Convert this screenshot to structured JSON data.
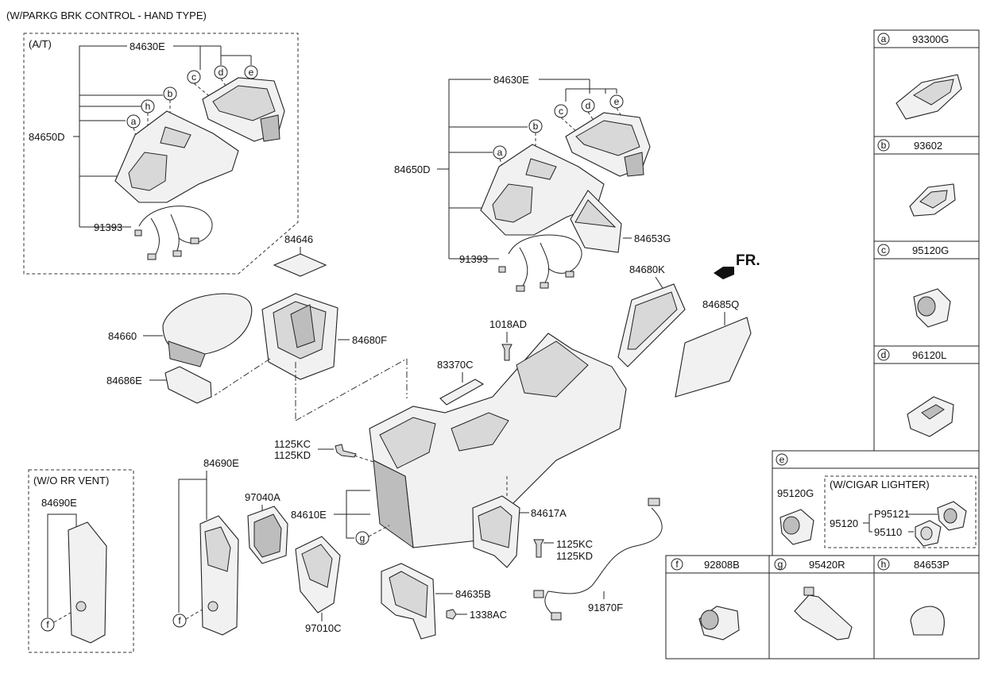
{
  "header": "(W/PARKG BRK CONTROL - HAND TYPE)",
  "groups": {
    "at": "(A/T)",
    "wo_rr_vent": "(W/O RR VENT)",
    "w_cigar_lighter": "(W/CIGAR LIGHTER)"
  },
  "fr_label": "FR.",
  "parts": {
    "p84630E_a": "84630E",
    "p84650D_a": "84650D",
    "p91393_a": "91393",
    "p84630E_b": "84630E",
    "p84650D_b": "84650D",
    "p91393_b": "91393",
    "p84653G": "84653G",
    "p84646": "84646",
    "p84660": "84660",
    "p84680F": "84680F",
    "p84686E": "84686E",
    "p1018AD": "1018AD",
    "p83370C": "83370C",
    "p84680K": "84680K",
    "p84685Q": "84685Q",
    "p1125KC_a": "1125KC",
    "p1125KD_a": "1125KD",
    "p84690E_a": "84690E",
    "p84690E_b": "84690E",
    "p97040A": "97040A",
    "p84610E": "84610E",
    "p84617A": "84617A",
    "p1125KC_b": "1125KC",
    "p1125KD_b": "1125KD",
    "p97010C": "97010C",
    "p84635B": "84635B",
    "p1338AC": "1338AC",
    "p91870F": "91870F"
  },
  "circle_labels": {
    "a": "a",
    "b": "b",
    "c": "c",
    "d": "d",
    "e": "e",
    "f": "f",
    "g": "g",
    "h": "h"
  },
  "legend": {
    "a": {
      "letter": "a",
      "part": "93300G"
    },
    "b": {
      "letter": "b",
      "part": "93602"
    },
    "c": {
      "letter": "c",
      "part": "95120G"
    },
    "d": {
      "letter": "d",
      "part": "96120L"
    },
    "e": {
      "letter": "e",
      "part_main": "95120G",
      "part_assy": "95120",
      "part_1": "P95121",
      "part_2": "95110"
    },
    "f": {
      "letter": "f",
      "part": "92808B"
    },
    "g": {
      "letter": "g",
      "part": "95420R"
    },
    "h": {
      "letter": "h",
      "part": "84653P"
    }
  }
}
